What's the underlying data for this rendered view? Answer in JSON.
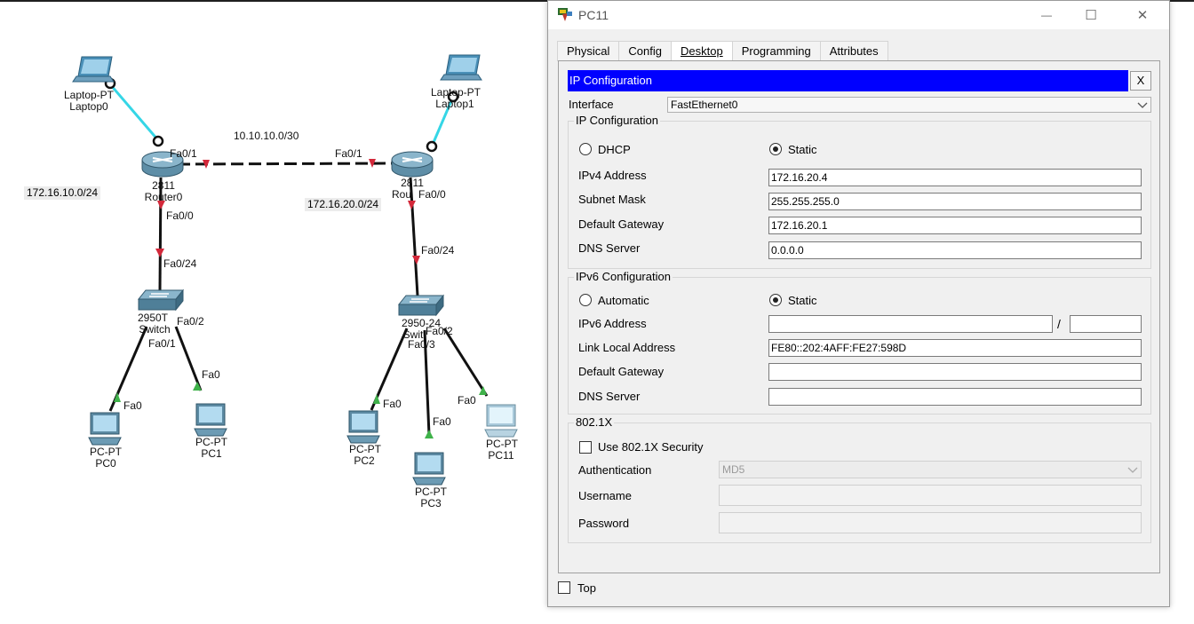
{
  "topology": {
    "networks": [
      "10.10.10.0/30",
      "172.16.10.0/24",
      "172.16.20.0/24"
    ],
    "devices": {
      "laptop0": [
        "Laptop-PT",
        "Laptop0"
      ],
      "laptop1": [
        "Laptop-PT",
        "Laptop1"
      ],
      "router0": [
        "2811",
        "Router0"
      ],
      "router1": [
        "2811",
        "Rou"
      ],
      "switch0": [
        "2950T",
        "Switch"
      ],
      "switch1": [
        "2950-24",
        "Swit"
      ],
      "pc0": [
        "PC-PT",
        "PC0"
      ],
      "pc1": [
        "PC-PT",
        "PC1"
      ],
      "pc2": [
        "PC-PT",
        "PC2"
      ],
      "pc3": [
        "PC-PT",
        "PC3"
      ],
      "pc11": [
        "PC-PT",
        "PC11"
      ]
    },
    "ports": {
      "r0_fa01": "Fa0/1",
      "r0_fa00": "Fa0/0",
      "r1_fa01": "Fa0/1",
      "r1_fa00": "Fa0/0",
      "sw0_fa024": "Fa0/24",
      "sw0_fa02": "Fa0/2",
      "sw0_fa01": "Fa0/1",
      "sw1_fa024": "Fa0/24",
      "sw1_fa02": "Fa0/2",
      "sw1_fa03": "Fa0/3",
      "pc0_fa0": "Fa0",
      "pc1_fa0": "Fa0",
      "pc2_fa0": "Fa0",
      "pc3_fa0": "Fa0",
      "pc11_fa0": "Fa0"
    }
  },
  "window": {
    "title": "PC11",
    "controls": {
      "minimize": "—",
      "maximize": "☐",
      "close": "✕"
    },
    "tabs": [
      "Physical",
      "Config",
      "Desktop",
      "Programming",
      "Attributes"
    ],
    "active_tab": "Desktop",
    "panel_title": "IP Configuration",
    "panel_close": "X",
    "interface_label": "Interface",
    "interface_value": "FastEthernet0",
    "ipv4": {
      "group_title": "IP Configuration",
      "dhcp_label": "DHCP",
      "static_label": "Static",
      "mode": "Static",
      "address_label": "IPv4 Address",
      "address": "172.16.20.4",
      "mask_label": "Subnet Mask",
      "mask": "255.255.255.0",
      "gateway_label": "Default Gateway",
      "gateway": "172.16.20.1",
      "dns_label": "DNS Server",
      "dns": "0.0.0.0"
    },
    "ipv6": {
      "group_title": "IPv6 Configuration",
      "auto_label": "Automatic",
      "static_label": "Static",
      "mode": "Static",
      "address_label": "IPv6 Address",
      "address": "",
      "prefix": "",
      "slash": "/",
      "link_local_label": "Link Local Address",
      "link_local": "FE80::202:4AFF:FE27:598D",
      "gateway_label": "Default Gateway",
      "gateway": "",
      "dns_label": "DNS Server",
      "dns": ""
    },
    "dot1x": {
      "group_title": "802.1X",
      "use_label": "Use 802.1X Security",
      "use_checked": false,
      "auth_label": "Authentication",
      "auth_value": "MD5",
      "username_label": "Username",
      "username": "",
      "password_label": "Password",
      "password": ""
    },
    "top_label": "Top",
    "top_checked": false
  }
}
